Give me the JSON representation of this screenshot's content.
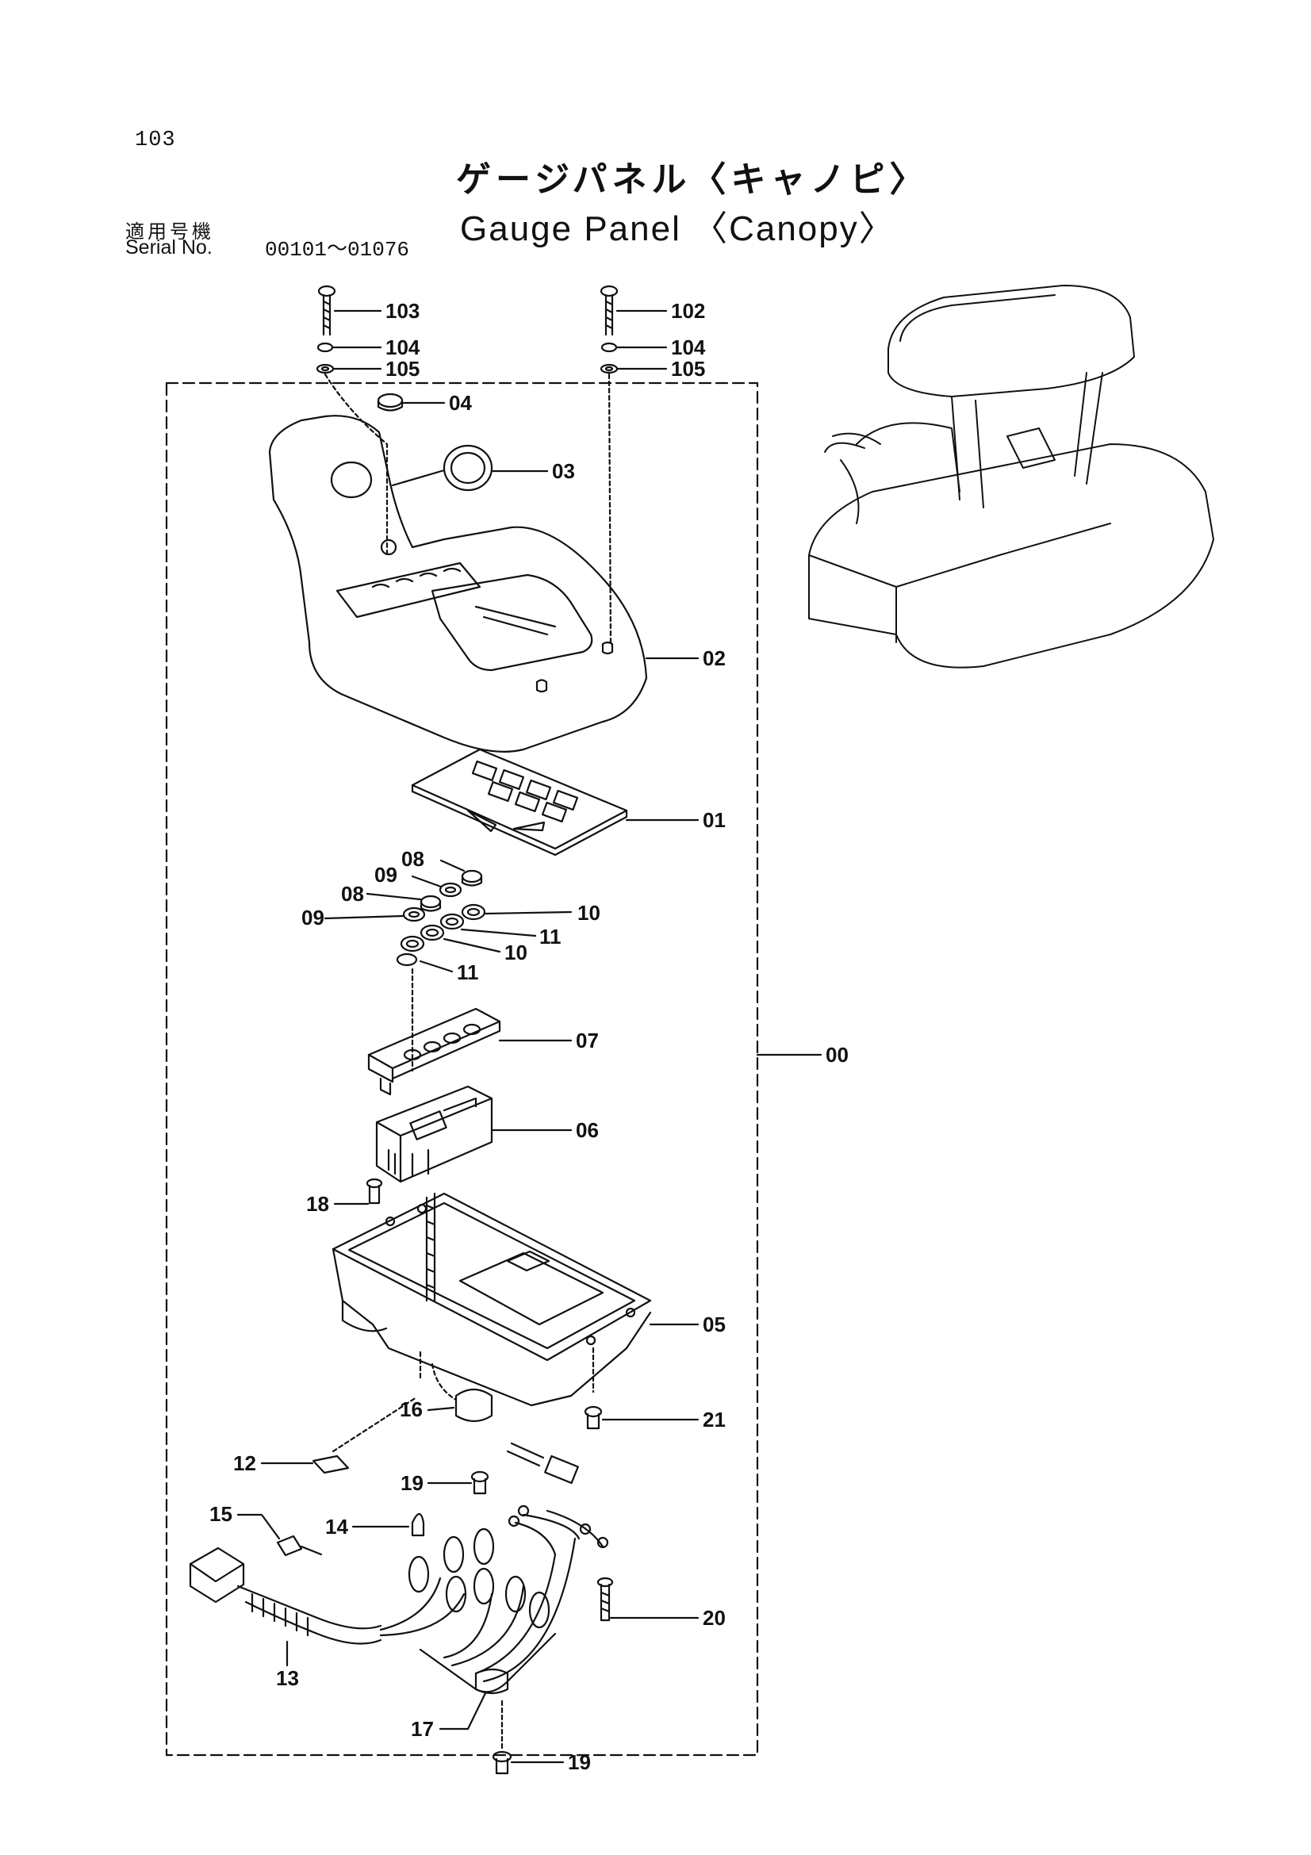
{
  "header": {
    "page_number": "103",
    "title_jp": "ゲージパネル〈キャノピ〉",
    "title_en": "Gauge Panel 〈Canopy〉",
    "serial_label_jp": "適用号機",
    "serial_label_en": "Serial No.",
    "serial_range": "00101～01076"
  },
  "callouts": {
    "c103": "103",
    "c102": "102",
    "c104a": "104",
    "c104b": "104",
    "c105a": "105",
    "c105b": "105",
    "c04": "04",
    "c03": "03",
    "c02": "02",
    "c01": "01",
    "c08a": "08",
    "c09a": "09",
    "c08b": "08",
    "c09b": "09",
    "c10a": "10",
    "c11a": "11",
    "c10b": "10",
    "c11b": "11",
    "c07": "07",
    "c06": "06",
    "c00": "00",
    "c18": "18",
    "c05": "05",
    "c21": "21",
    "c16": "16",
    "c12": "12",
    "c19a": "19",
    "c15": "15",
    "c14": "14",
    "c20": "20",
    "c13": "13",
    "c17": "17",
    "c19b": "19"
  },
  "colors": {
    "ink": "#111111",
    "paper": "#ffffff"
  }
}
